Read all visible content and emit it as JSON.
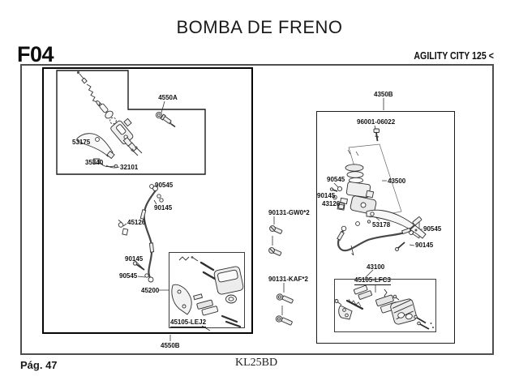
{
  "header": {
    "title": "BOMBA DE FRENO",
    "section_code": "F04",
    "model": "AGILITY CITY 125 <"
  },
  "footer": {
    "page_label": "Pág. 47",
    "plate_code": "KL25BD"
  },
  "left_diagram": {
    "labels": {
      "banjo_bolt": "4550A",
      "lever": "53175",
      "stop_switch": "35340",
      "switch_wire": "32101",
      "washer_upper": "90545",
      "oil_bolt_upper": "90145",
      "hose_clamp": "45126",
      "oil_bolt_lower": "90145",
      "washer_lower": "90545",
      "caliper": "45200",
      "pad_set": "45105-LEJ2",
      "brake_hose": "4550B"
    }
  },
  "middle": {
    "flange_bolts": "90131-GW0*2",
    "socket_bolts": "90131-KAF*2"
  },
  "right_diagram": {
    "labels": {
      "master_cylinder_assy": "4350B",
      "screw": "96001-06022",
      "washer_upper": "90545",
      "oil_bolt_upper": "90145",
      "hose_clamp": "43126",
      "master_cylinder": "43500",
      "lever": "53178",
      "washer_lower": "90545",
      "oil_bolt_lower": "90145",
      "caliper": "43100",
      "pad_set": "45105-LFC3"
    }
  }
}
